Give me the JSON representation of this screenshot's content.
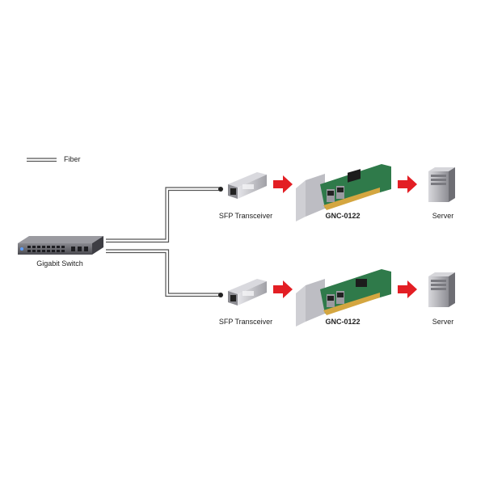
{
  "legend": {
    "fiber_label": "Fiber"
  },
  "switch": {
    "label": "Gigabit Switch"
  },
  "rows": [
    {
      "transceiver_label": "SFP Transceiver",
      "card_label": "GNC-0122",
      "server_label": "Server"
    },
    {
      "transceiver_label": "SFP Transceiver",
      "card_label": "GNC-0122",
      "server_label": "Server"
    }
  ],
  "colors": {
    "fiber_line": "#555555",
    "arrow": "#e31e24",
    "pcb": "#2f7a4a",
    "bracket": "#c8c8c8",
    "server_body": "#a9a9ad",
    "switch_body": "#6b6b70"
  }
}
